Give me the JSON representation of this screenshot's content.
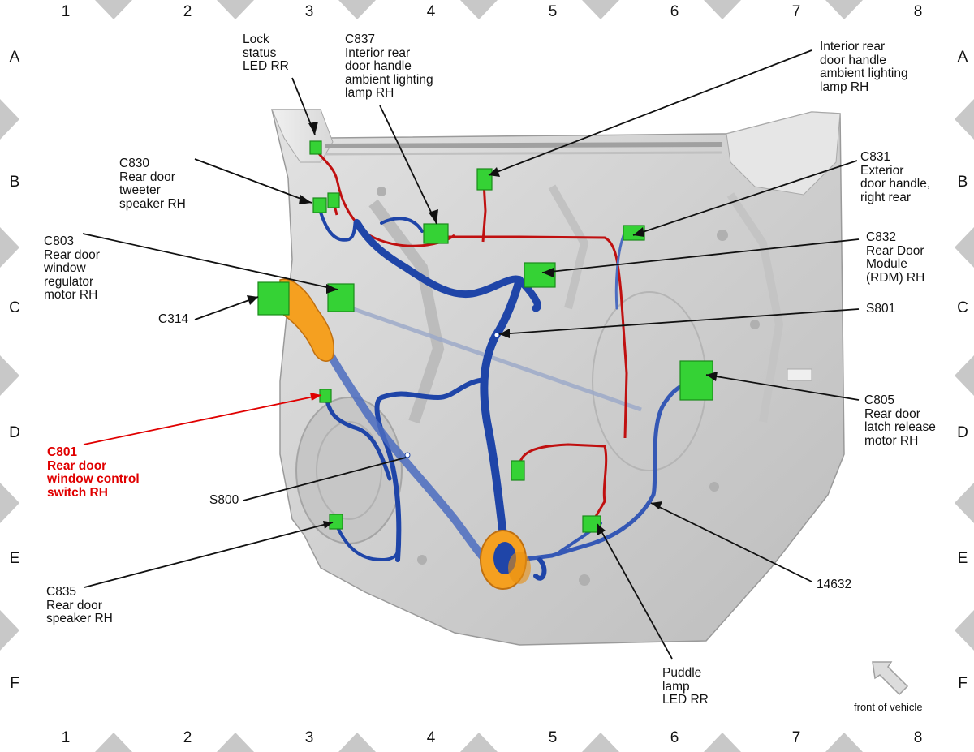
{
  "grid": {
    "columns": [
      "1",
      "2",
      "3",
      "4",
      "5",
      "6",
      "7",
      "8"
    ],
    "rows": [
      "A",
      "B",
      "C",
      "D",
      "E",
      "F"
    ]
  },
  "labels": {
    "lock_status": [
      "Lock",
      "status",
      "LED RR"
    ],
    "c837": [
      "C837",
      "Interior rear",
      "door handle",
      "ambient lighting",
      "lamp RH"
    ],
    "interior_handle": [
      "Interior rear",
      "door handle",
      "ambient lighting",
      "lamp RH"
    ],
    "c830": [
      "C830",
      "Rear door",
      "tweeter",
      "speaker RH"
    ],
    "c831": [
      "C831",
      "Exterior",
      "door handle,",
      "right rear"
    ],
    "c803": [
      "C803",
      "Rear door",
      "window",
      "regulator",
      "motor RH"
    ],
    "c832": [
      "C832",
      "Rear Door",
      "Module",
      "(RDM) RH"
    ],
    "c314": [
      "C314"
    ],
    "s801": [
      "S801"
    ],
    "c805": [
      "C805",
      "Rear door",
      "latch release",
      "motor RH"
    ],
    "c801": [
      "C801",
      "Rear door",
      "window control",
      "switch RH"
    ],
    "s800": [
      "S800"
    ],
    "c835": [
      "C835",
      "Rear door",
      "speaker RH"
    ],
    "n14632": [
      "14632"
    ],
    "puddle": [
      "Puddle",
      "lamp",
      "LED RR"
    ]
  },
  "front_of_vehicle": "front of vehicle",
  "colors": {
    "harness_blue": "#1f45a8",
    "wire_red": "#c01010",
    "connector_green": "#35d235",
    "grommet_orange": "#f5a020",
    "highlight_red": "#e00000",
    "door_panel": "#d2d2d2"
  }
}
